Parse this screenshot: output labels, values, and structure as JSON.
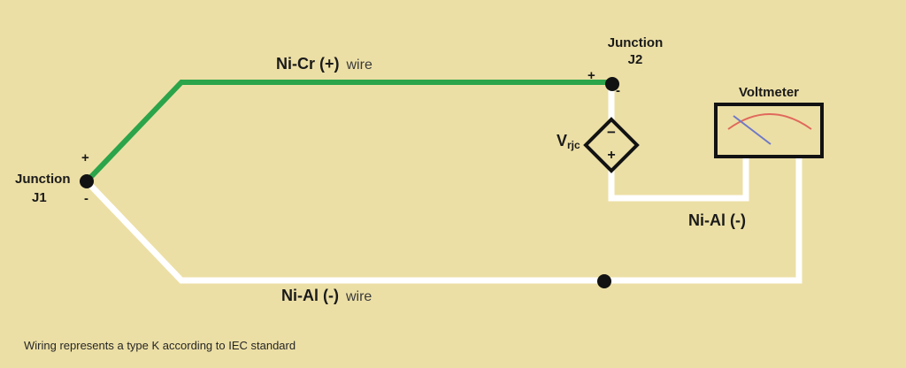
{
  "diagram": {
    "colors": {
      "background": "#ecdfa5",
      "wire_positive": "#2ba44a",
      "wire_negative": "#ffffff",
      "outline": "#121212",
      "meter_arc": "#e0695c",
      "meter_needle": "#6f79c8",
      "text": "#1a1a1a",
      "caption_text": "#262626"
    },
    "junction1": {
      "title": "Junction",
      "id": "J1",
      "plus": "+",
      "minus": "-"
    },
    "junction2": {
      "title": "Junction",
      "id": "J2",
      "plus": "+",
      "minus": "-"
    },
    "positive_wire": {
      "label": "Ni-Cr (+)",
      "suffix": "wire"
    },
    "negative_wire": {
      "label": "Ni-Al (-)",
      "suffix": "wire"
    },
    "voltmeter_wire": {
      "label": "Ni-Al (-)"
    },
    "source": {
      "symbol": "V",
      "subscript": "rjc",
      "top_sign": "−",
      "bottom_sign": "+"
    },
    "voltmeter": {
      "label": "Voltmeter"
    },
    "caption": "Wiring represents a type K according to IEC standard"
  }
}
